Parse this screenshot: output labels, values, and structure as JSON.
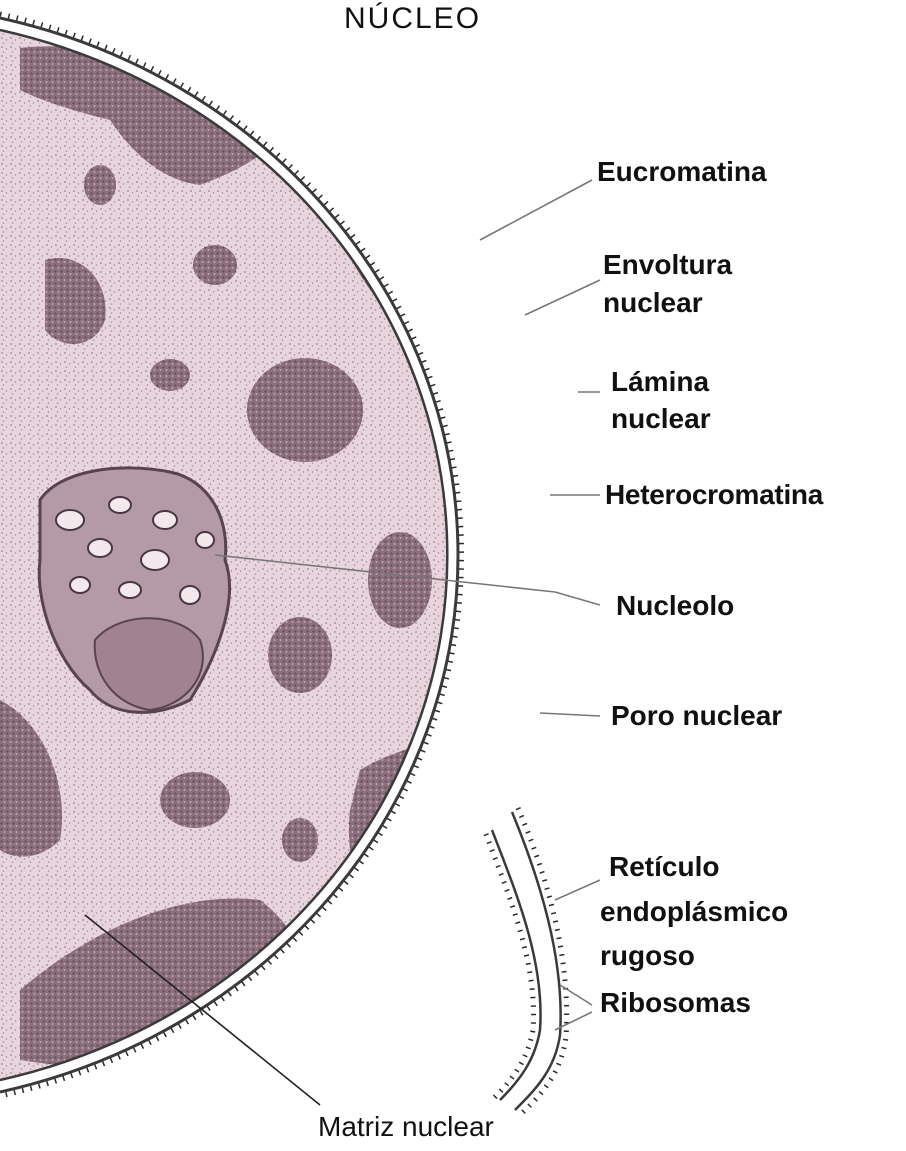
{
  "title": "NÚCLEO",
  "labels": {
    "eucromatina": "Eucromatina",
    "envoltura_nuclear": [
      "Envoltura",
      "nuclear"
    ],
    "lamina_nuclear": [
      "Lámina",
      "nuclear"
    ],
    "heterocromatina": "Heterocromatina",
    "nucleolo": "Nucleolo",
    "poro_nuclear": "Poro nuclear",
    "reticulo_endoplasmico_rugoso": [
      "Retículo",
      "endoplásmico",
      "rugoso"
    ],
    "ribosomas": "Ribosomas",
    "matriz_nuclear": "Matriz nuclear"
  },
  "colors": {
    "nucleoplasm": "#e8d4dc",
    "chromatin": "#8c6f7d",
    "nucleolus": "#a1838f",
    "membrane": "#3a3a3a",
    "label_text": "#111111"
  }
}
